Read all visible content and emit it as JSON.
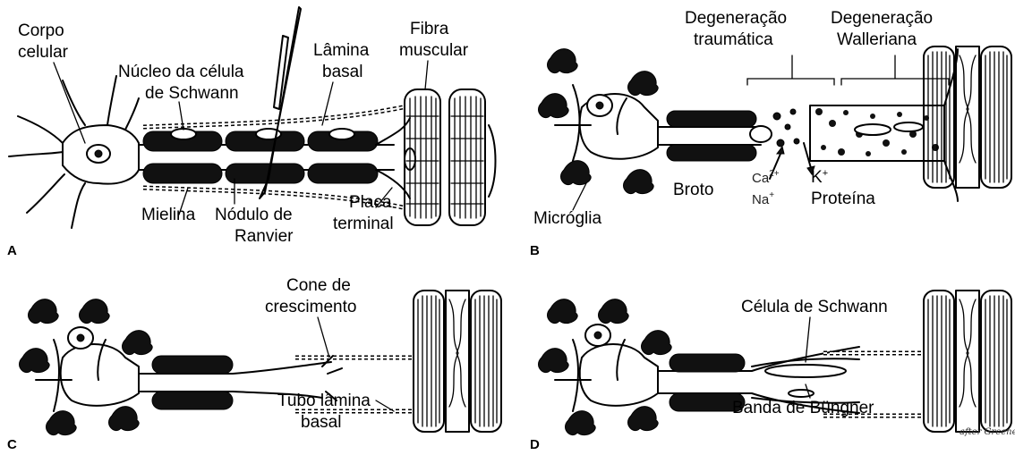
{
  "panels": {
    "a": {
      "letter": "A",
      "corpo_1": "Corpo",
      "corpo_2": "celular",
      "nucleo_1": "Núcleo da célula",
      "nucleo_2": "de Schwann",
      "lamina_1": "Lâmina",
      "lamina_2": "basal",
      "fibra_1": "Fibra",
      "fibra_2": "muscular",
      "mielina": "Mielina",
      "nodulo_1": "Nódulo de",
      "nodulo_2": "Ranvier",
      "placa_1": "Placa",
      "placa_2": "terminal"
    },
    "b": {
      "letter": "B",
      "deg_t_1": "Degeneração",
      "deg_t_2": "traumática",
      "deg_w_1": "Degeneração",
      "deg_w_2": "Walleriana",
      "broto": "Broto",
      "ca": "Ca",
      "ca_sup": "2+",
      "na": "Na",
      "na_sup": "+",
      "k": "K",
      "k_sup": "+",
      "proteina": "Proteína",
      "microglia": "Micróglia"
    },
    "c": {
      "letter": "C",
      "cone_1": "Cone de",
      "cone_2": "crescimento",
      "tubo_1": "Tubo lâmina",
      "tubo_2": "basal"
    },
    "d": {
      "letter": "D",
      "celula": "Célula de Schwann",
      "banda": "Banda de Büngner",
      "signature": "after Greene"
    }
  }
}
